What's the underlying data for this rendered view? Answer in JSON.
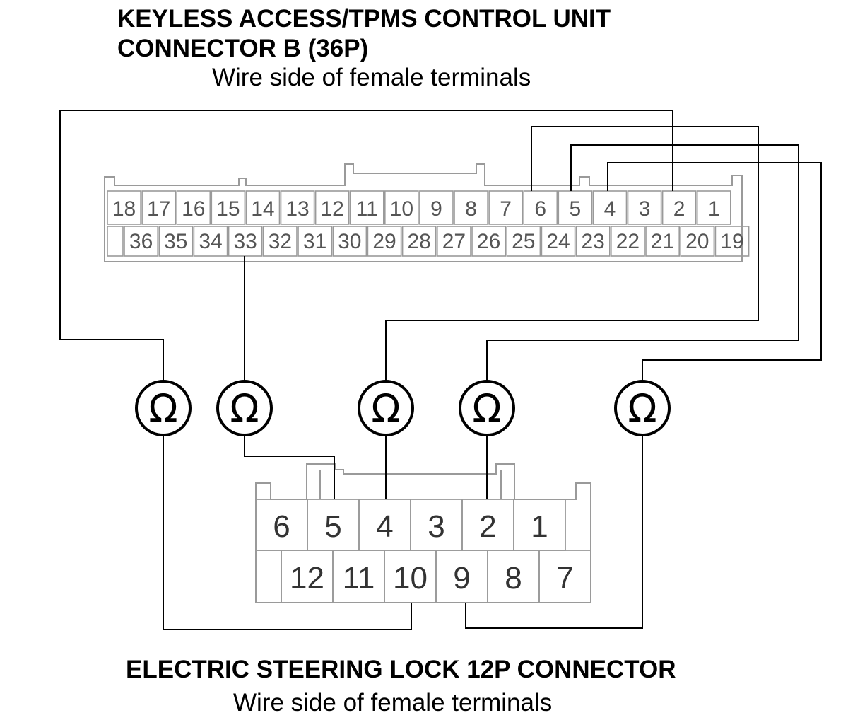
{
  "top_connector": {
    "title_line1": "KEYLESS ACCESS/TPMS CONTROL UNIT",
    "title_line2": "CONNECTOR B (36P)",
    "subtitle": "Wire side of female terminals",
    "row1": [
      "18",
      "17",
      "16",
      "15",
      "14",
      "13",
      "12",
      "11",
      "10",
      "9",
      "8",
      "7",
      "6",
      "5",
      "4",
      "3",
      "2",
      "1"
    ],
    "row2": [
      "36",
      "35",
      "34",
      "33",
      "32",
      "31",
      "30",
      "29",
      "28",
      "27",
      "26",
      "25",
      "24",
      "23",
      "22",
      "21",
      "20",
      "19"
    ]
  },
  "bottom_connector": {
    "title": "ELECTRIC STEERING LOCK 12P CONNECTOR",
    "subtitle": "Wire side of female terminals",
    "row1": [
      "6",
      "5",
      "4",
      "3",
      "2",
      "1"
    ],
    "row2": [
      "12",
      "11",
      "10",
      "9",
      "8",
      "7"
    ]
  },
  "meter_symbol": "Ω",
  "meters": [
    {
      "name": "ohmmeter-1",
      "from": "36P-2",
      "to": "12P-10"
    },
    {
      "name": "ohmmeter-2",
      "from": "36P-33",
      "to": "12P-5"
    },
    {
      "name": "ohmmeter-3",
      "from": "36P-6",
      "to": "12P-4"
    },
    {
      "name": "ohmmeter-4",
      "from": "36P-5",
      "to": "12P-2"
    },
    {
      "name": "ohmmeter-5",
      "from": "36P-4",
      "to": "12P-9"
    }
  ]
}
